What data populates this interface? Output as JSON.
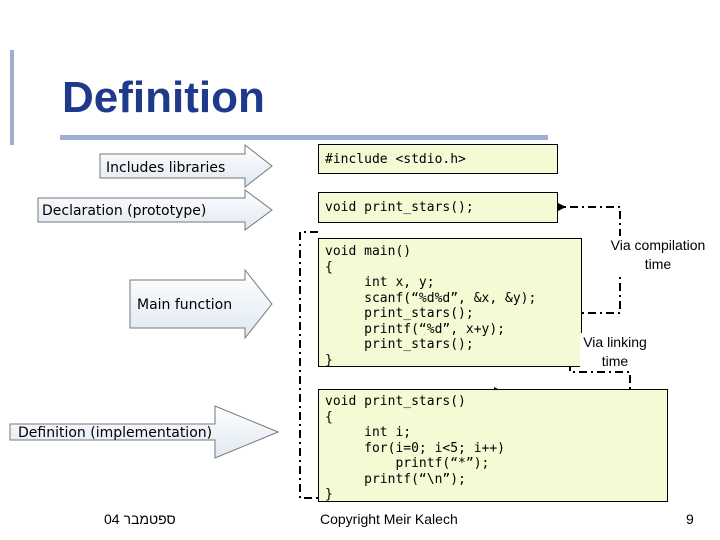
{
  "slide": {
    "title": "Definition"
  },
  "labels": {
    "includes": "Includes libraries",
    "declaration": "Declaration (prototype)",
    "main_function": "Main function",
    "definition_impl": "Definition (implementation)"
  },
  "code": {
    "include": "#include <stdio.h>",
    "prototype": "void print_stars();",
    "main_block": "void main()\n{\n     int x, y;\n     scanf(“%d%d”, &x, &y);\n     print_stars();\n     printf(“%d”, x+y);\n     print_stars();\n}",
    "def_block": "void print_stars()\n{\n     int i;\n     for(i=0; i<5; i++)\n         printf(“*”);\n     printf(“\\n”);\n}"
  },
  "notes": {
    "compilation": "Via compilation time",
    "linking": "Via linking time"
  },
  "footer": {
    "date": "ספטמבר 04",
    "copyright": "Copyright Meir Kalech",
    "page_number": "9"
  }
}
